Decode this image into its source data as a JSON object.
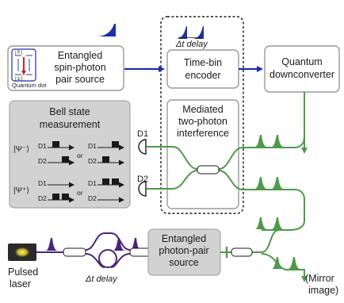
{
  "source": {
    "line1": "Entangled",
    "line2": "spin-photon",
    "line3": "pair source",
    "qd_label": "Quantum dot",
    "qd_states": [
      "|⇑⟩",
      "|⇓⟩"
    ]
  },
  "encoder": {
    "line1": "Time-bin",
    "line2": "encoder"
  },
  "delay_top": "Δt delay",
  "downconverter": {
    "line1": "Quantum",
    "line2": "downconverter"
  },
  "interference": {
    "line1": "Mediated",
    "line2": "two-photon",
    "line3": "interference"
  },
  "bell": {
    "title1": "Bell state",
    "title2": "measurement",
    "psi_minus": "|Ψ⁻⟩",
    "psi_plus": "|Ψ⁺⟩",
    "d1": "D1",
    "d2": "D2",
    "or": "or"
  },
  "detectors": {
    "d1": "D1",
    "d2": "D2"
  },
  "pair_source": {
    "line1": "Entangled",
    "line2": "photon-pair",
    "line3": "source"
  },
  "laser": {
    "line1": "Pulsed",
    "line2": "laser"
  },
  "delay_bottom": "Δt delay",
  "mirror": {
    "line1": "(Mirror",
    "line2": "image)"
  },
  "colors": {
    "blue": "#1e2fa8",
    "green": "#4f9a4a",
    "purple": "#4a2478",
    "box_gray": "#d2d2d2",
    "box_border": "#9a9a9a"
  }
}
